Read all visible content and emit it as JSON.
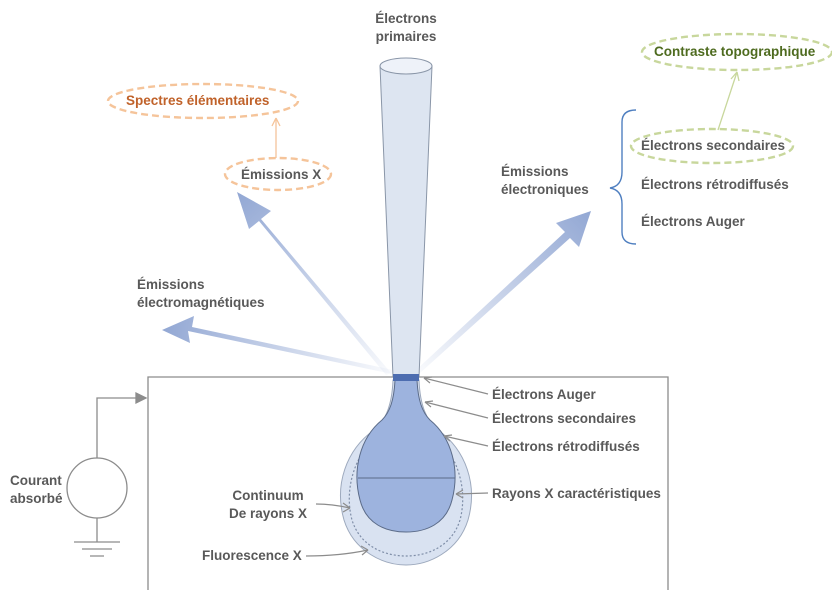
{
  "labels": {
    "primary": [
      "Électrons",
      "primaires"
    ],
    "x_emissions": "Émissions X",
    "elemental_spectra": "Spectres élémentaires",
    "electronic_emissions": [
      "Émissions",
      "électroniques"
    ],
    "em_emissions": [
      "Émissions",
      "électromagnétiques"
    ],
    "topographic_contrast": "Contraste topographique",
    "electron_types": [
      "Électrons secondaires",
      "Électrons rétrodiffusés",
      "Électrons Auger"
    ],
    "absorbed_current": [
      "Courant",
      "absorbé"
    ],
    "continuum": [
      "Continuum",
      "De rayons X"
    ],
    "fluorescence": "Fluorescence X",
    "pear_labels": [
      "Électrons Auger",
      "Électrons secondaires",
      "Électrons rétrodiffusés",
      "Rayons X caractéristiques"
    ]
  },
  "colors": {
    "beam_fill": "#dde5f1",
    "beam_stroke": "#8a96a8",
    "pear_fill": "#9db3de",
    "halo_fill": "#d9e2f1",
    "arrow": "#8ea4d2",
    "orange_ellipse": "#f5c49a",
    "green_ellipse": "#c8d79c",
    "brace": "#4f7fc0"
  }
}
